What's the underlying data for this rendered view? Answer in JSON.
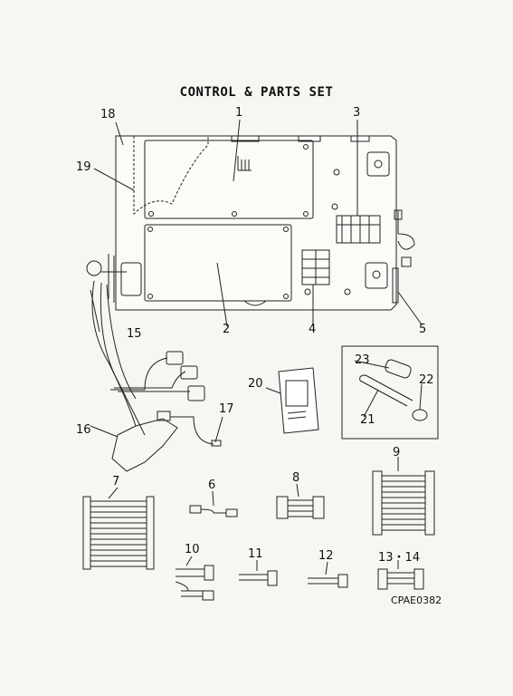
{
  "title": "CONTROL & PARTS SET",
  "diagram_code": "CPAE0382",
  "part_labels": [
    "1",
    "2",
    "3",
    "4",
    "5",
    "6",
    "7",
    "8",
    "9",
    "10",
    "11",
    "12",
    "13・14",
    "15",
    "16",
    "17",
    "18",
    "19",
    "20",
    "21",
    "22",
    "23"
  ]
}
